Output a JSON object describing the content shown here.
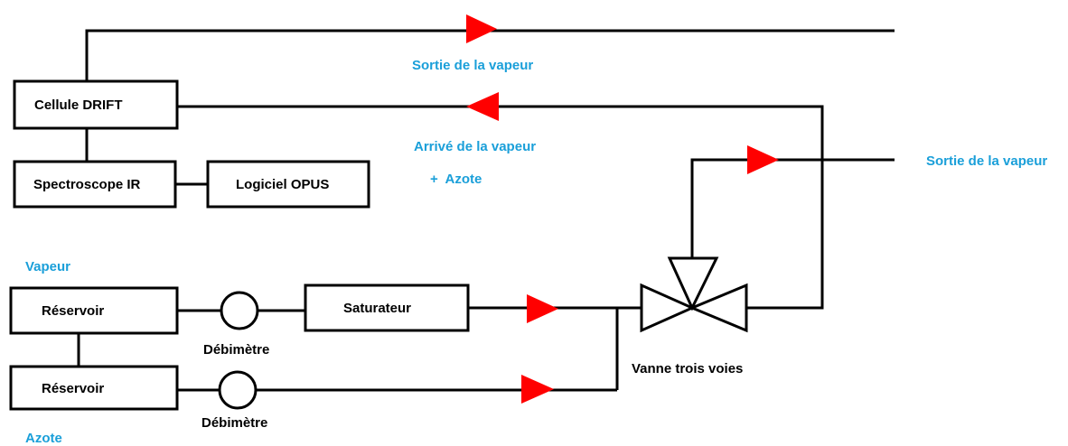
{
  "colors": {
    "line": "#000000",
    "arrow": "#ff0000",
    "flow_text": "#1a9fd9",
    "box_text": "#000000"
  },
  "boxes": {
    "cellule": "Cellule DRIFT",
    "spectroscope": "Spectroscope IR",
    "logiciel": "Logiciel OPUS",
    "reservoir_vapeur": "Réservoir",
    "reservoir_azote": "Réservoir",
    "saturateur": "Saturateur"
  },
  "labels": {
    "sortie_top": "Sortie de la vapeur",
    "arrive": "Arrivé de la vapeur",
    "azote_plus": "+  Azote",
    "sortie_right": "Sortie de la vapeur",
    "vapeur": "Vapeur",
    "azote_bottom": "Azote",
    "debimetre_1": "Débimètre",
    "debimetre_2": "Débimètre",
    "vanne": "Vanne trois voies"
  },
  "icons": {
    "flow_arrow": "triangle-arrow-icon",
    "flowmeter": "circle-flowmeter-icon",
    "valve": "three-way-valve-icon"
  }
}
